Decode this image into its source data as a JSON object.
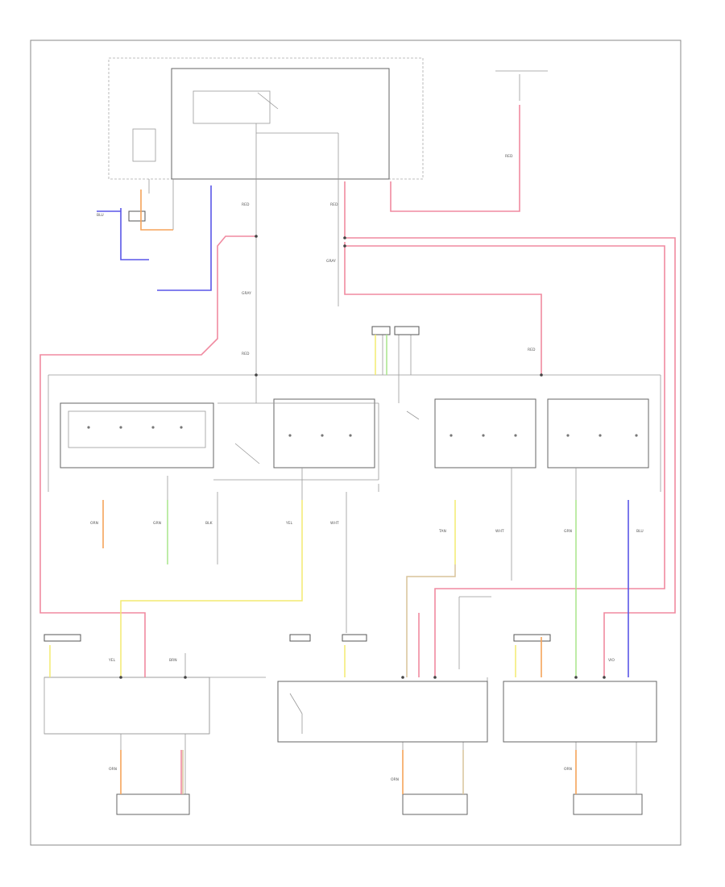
{
  "colors": {
    "border": "#888888",
    "wire_gray": "#999999",
    "wire_red": "#f08aa0",
    "wire_blue": "#5a56e8",
    "wire_orange": "#f5a35a",
    "wire_yellow": "#f3ea70",
    "wire_green": "#a8e58a",
    "wire_tan": "#d9c49a"
  },
  "wire_labels": {
    "red": "RED",
    "gray": "GRAY",
    "blue": "BLU",
    "orange": "ORN",
    "yellow": "YEL",
    "green": "GRN",
    "tan": "TAN",
    "black": "BLK",
    "white": "WHT",
    "brown": "BRN",
    "violet": "VIO"
  },
  "diagram": {
    "footer_code": ""
  }
}
